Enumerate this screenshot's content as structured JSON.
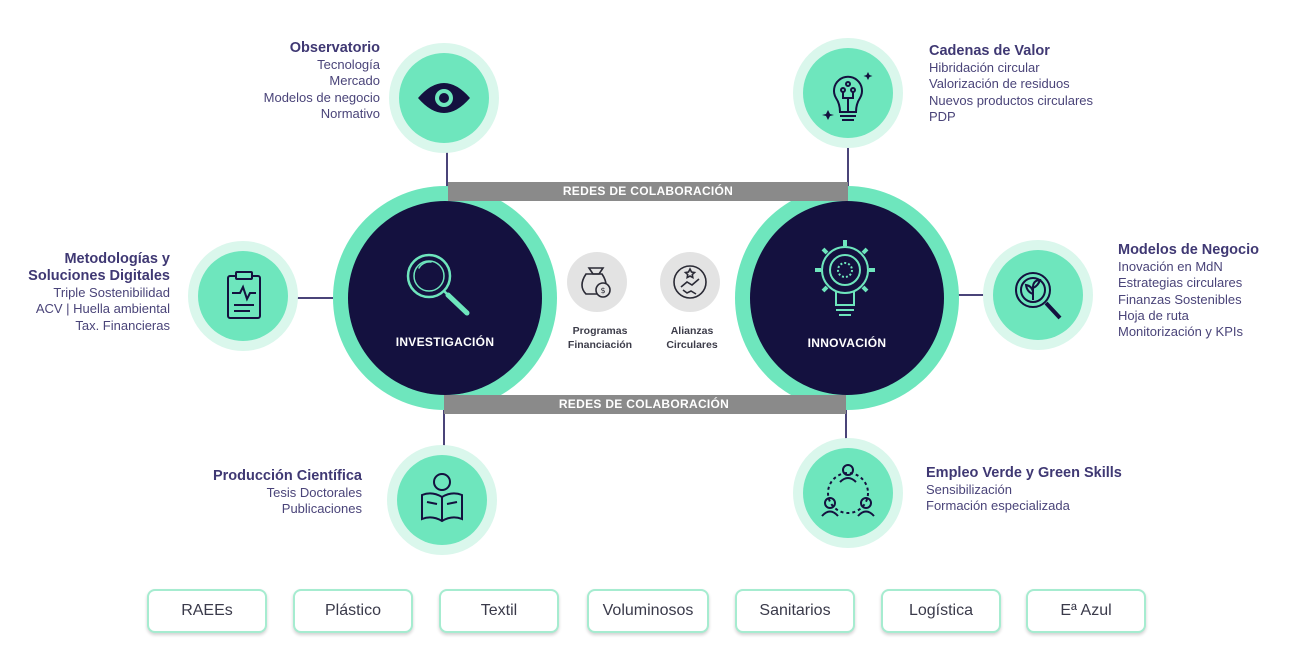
{
  "hubs": {
    "left": {
      "label": "INVESTIGACIÓN",
      "icon": "magnifier-icon"
    },
    "right": {
      "label": "INNOVACIÓN",
      "icon": "gear-bulb-icon"
    }
  },
  "bars": {
    "top": "REDES DE COLABORACIÓN",
    "bottom": "REDES DE COLABORACIÓN"
  },
  "center": {
    "programas": {
      "line1": "Programas",
      "line2": "Financiación",
      "icon": "money-bag-icon"
    },
    "alianzas": {
      "line1": "Alianzas",
      "line2": "Circulares",
      "icon": "handshake-icon"
    }
  },
  "nodes": {
    "observatorio": {
      "title": "Observatorio",
      "items": [
        "Tecnología",
        "Mercado",
        "Modelos de negocio",
        "Normativo"
      ],
      "icon": "eye-icon"
    },
    "cadenas": {
      "title": "Cadenas de Valor",
      "items": [
        "Hibridación circular",
        "Valorización de residuos",
        "Nuevos productos circulares",
        "PDP"
      ],
      "icon": "lightbulb-circuit-icon"
    },
    "metodologias": {
      "title_line1": "Metodologías y",
      "title_line2": "Soluciones Digitales",
      "items": [
        "Triple Sostenibilidad",
        "ACV | Huella ambiental",
        "Tax. Financieras"
      ],
      "icon": "clipboard-pulse-icon"
    },
    "modelos": {
      "title": "Modelos de Negocio",
      "items": [
        "Inovación en MdN",
        "Estrategias circulares",
        "Finanzas Sostenibles",
        "Hoja de ruta",
        "Monitorización y KPIs"
      ],
      "icon": "leaf-magnifier-icon"
    },
    "produccion": {
      "title": "Producción Científica",
      "items": [
        "Tesis Doctorales",
        "Publicaciones"
      ],
      "icon": "reader-book-icon"
    },
    "empleo": {
      "title": "Empleo Verde y Green Skills",
      "items": [
        "Sensibilización",
        "Formación especializada"
      ],
      "icon": "people-network-icon"
    }
  },
  "sectors": [
    "RAEEs",
    "Plástico",
    "Textil",
    "Voluminosos",
    "Sanitarios",
    "Logística",
    "Eª Azul"
  ],
  "colors": {
    "navy": "#14113f",
    "mint": "#6ee6bd",
    "mint_light": "#daf7ec",
    "bar_gray": "#8a8a8a",
    "text_purple": "#4a4479",
    "pill_border": "#a6ecd0"
  }
}
